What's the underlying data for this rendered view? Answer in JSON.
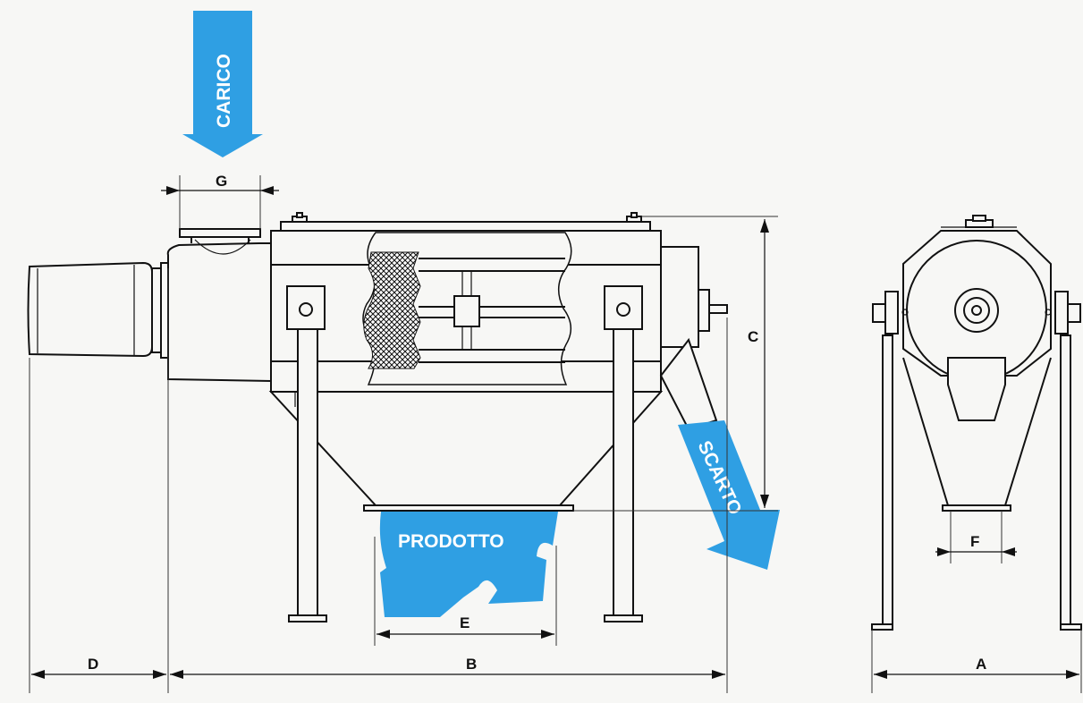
{
  "flows": {
    "carico": "CARICO",
    "scarto": "SCARTO",
    "prodotto": "PRODOTTO"
  },
  "dimensions": {
    "a": "A",
    "b": "B",
    "c": "C",
    "d": "D",
    "e": "E",
    "f": "F",
    "g": "G"
  },
  "colors": {
    "flow_arrow": "#2f9fe3",
    "line": "#111111"
  }
}
